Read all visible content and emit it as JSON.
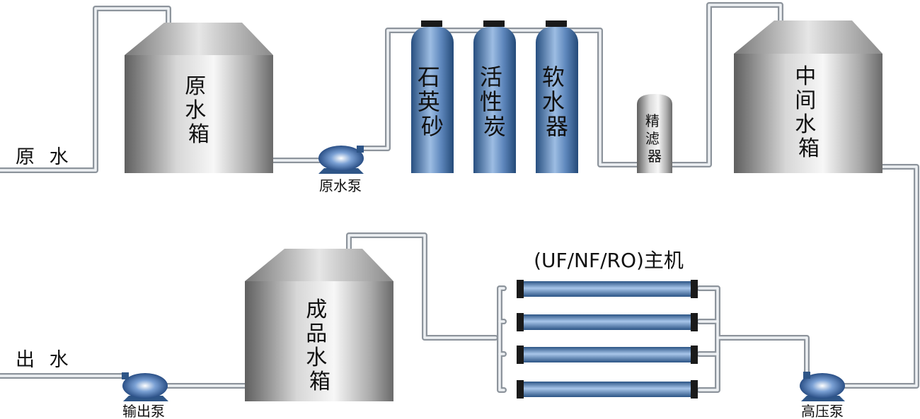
{
  "diagram": {
    "tanks": {
      "raw_water": {
        "label": [
          "原",
          "水",
          "箱"
        ]
      },
      "intermediate": {
        "label": [
          "中",
          "间",
          "水",
          "箱"
        ]
      },
      "product": {
        "label": [
          "成",
          "品",
          "水",
          "箱"
        ]
      }
    },
    "filters": [
      {
        "label": [
          "石",
          "英",
          "砂"
        ]
      },
      {
        "label": [
          "活",
          "性",
          "炭"
        ]
      },
      {
        "label": [
          "软",
          "水",
          "器"
        ]
      }
    ],
    "precision_filter": {
      "label": [
        "精",
        "滤",
        "器"
      ]
    },
    "pumps": {
      "raw": {
        "label": "原水泵"
      },
      "high_pressure": {
        "label": "高压泵"
      },
      "output": {
        "label": "输出泵"
      }
    },
    "membrane_unit": {
      "title": "(UF/NF/RO)主机",
      "membranes": 4
    },
    "io": {
      "inlet": "原 水",
      "outlet": "出 水"
    }
  },
  "colors": {
    "pipe_outer": "#8d949c",
    "pipe_inner": "#e9edf1",
    "steel_dark": "#6e6e6e",
    "steel_light": "#f4f4f4",
    "filter_blue": "#2f5f95",
    "filter_light": "#8fb2da",
    "cap_black": "#1a1a1a"
  }
}
